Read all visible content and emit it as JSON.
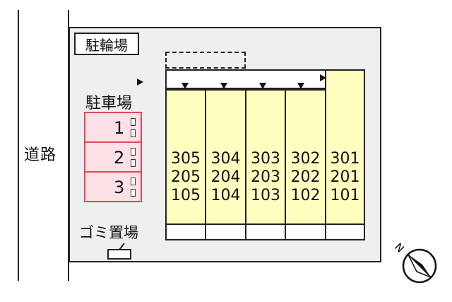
{
  "road": {
    "label": "道路"
  },
  "bicycle_parking": {
    "label": "駐輪場"
  },
  "car_parking": {
    "label": "駐車場",
    "spaces": [
      "1",
      "2",
      "3"
    ]
  },
  "trash": {
    "label": "ゴミ置場"
  },
  "units": [
    {
      "floor3": "305",
      "floor2": "205",
      "floor1": "105"
    },
    {
      "floor3": "304",
      "floor2": "204",
      "floor1": "104"
    },
    {
      "floor3": "303",
      "floor2": "203",
      "floor1": "103"
    },
    {
      "floor3": "302",
      "floor2": "202",
      "floor1": "102"
    },
    {
      "floor3": "301",
      "floor2": "201",
      "floor1": "101"
    }
  ],
  "compass": {
    "label": "N"
  },
  "colors": {
    "unit_fill": "#ffffc0",
    "parking_fill": "#fde1e6",
    "parking_border": "#e0485a",
    "site_fill": "#efefef"
  }
}
